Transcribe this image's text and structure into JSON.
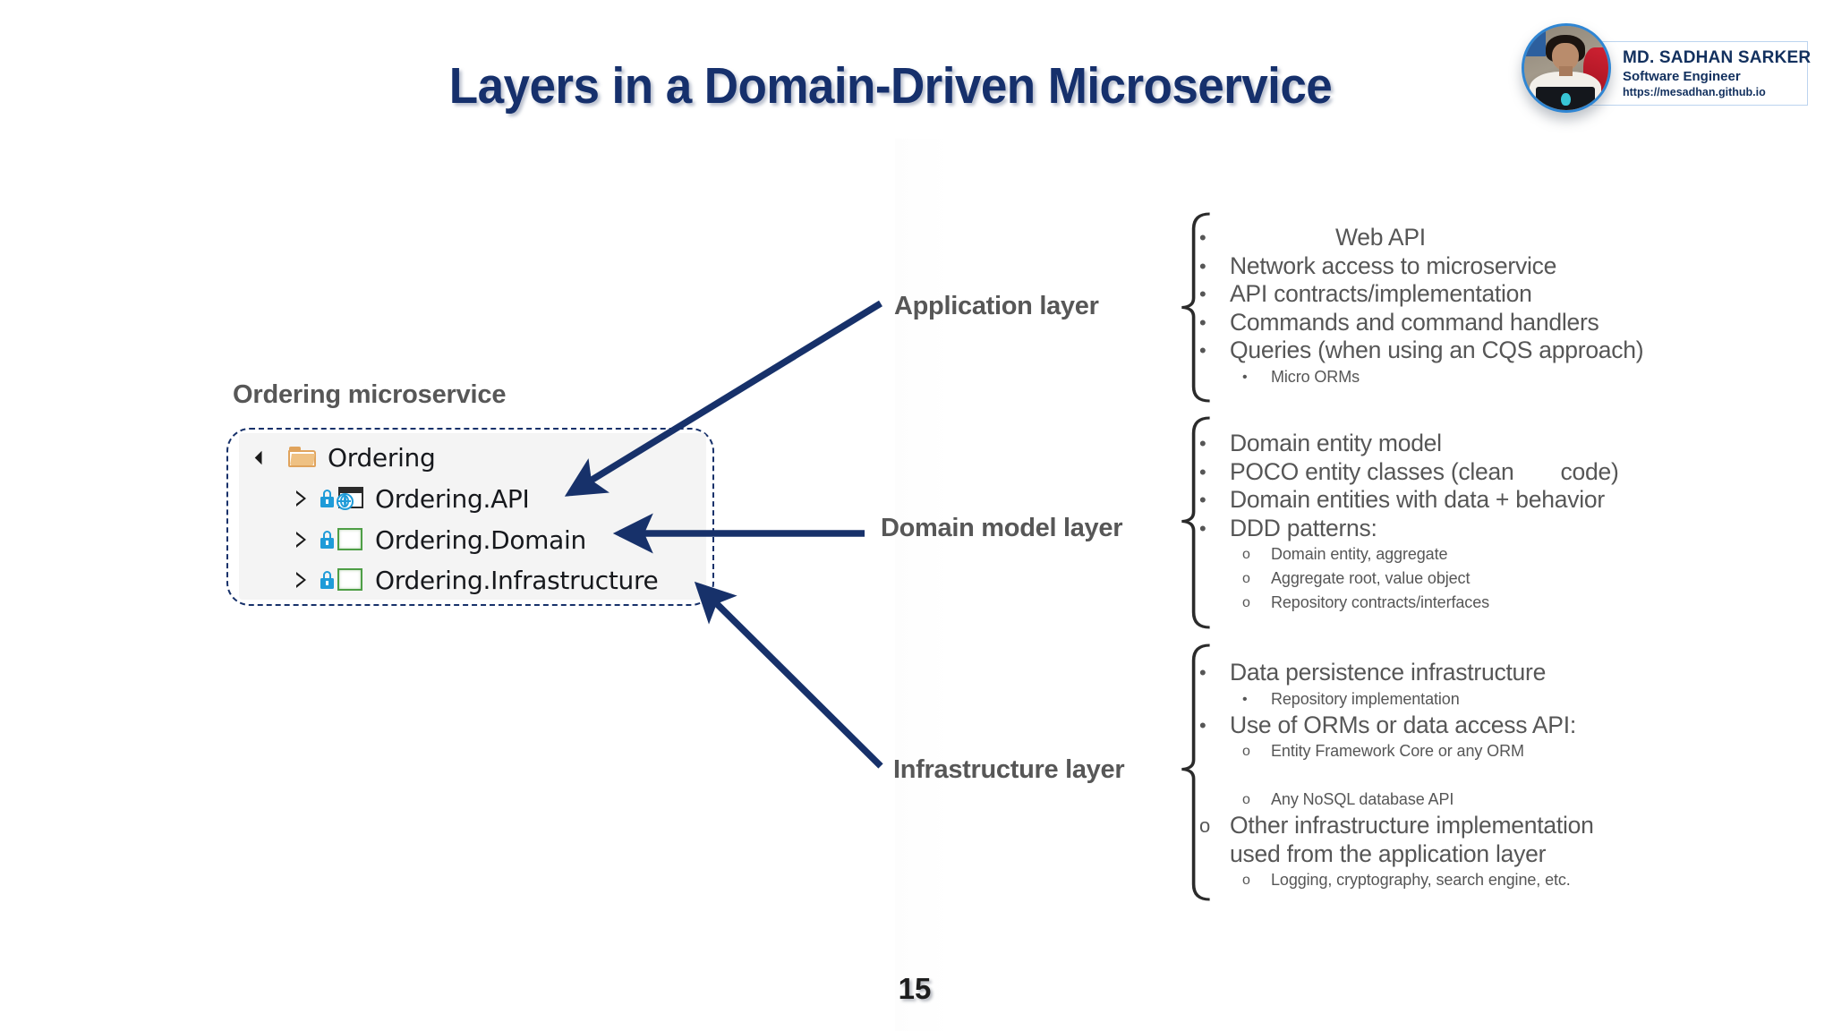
{
  "slide": {
    "title": "Layers in a Domain-Driven Microservice",
    "page_number": "15",
    "accent_navy": "#16306c",
    "label_gray": "#575757",
    "body_gray": "#565656",
    "lock_blue": "#1f9bd8",
    "lib_green": "#4e9e46",
    "folder_orange": "#e0a35c",
    "badge_border": "#bcd4ef",
    "avatar_ring": "#2f86d4"
  },
  "badge": {
    "name": "MD. SADHAN SARKER",
    "role": "Software Engineer",
    "url": "https://mesadhan.github.io",
    "avatar_icon": "presenter-photo"
  },
  "tree": {
    "caption": "Ordering microservice",
    "rows": [
      {
        "label": "Ordering",
        "expander": "expander-open-icon",
        "lock": false,
        "icon": "folder-icon"
      },
      {
        "label": "Ordering.API",
        "expander": "expander-closed-icon",
        "lock": true,
        "icon": "web-project-icon"
      },
      {
        "label": "Ordering.Domain",
        "expander": "expander-closed-icon",
        "lock": true,
        "icon": "class-library-icon"
      },
      {
        "label": "Ordering.Infrastructure",
        "expander": "expander-closed-icon",
        "lock": true,
        "icon": "class-library-icon"
      }
    ]
  },
  "layer_labels": {
    "application": "Application layer",
    "domain_model": "Domain model layer",
    "infrastructure": "Infrastructure layer"
  },
  "groups": {
    "application": {
      "brace_icon": "left-curly-brace-icon",
      "items": [
        {
          "level": 1,
          "marker": "•",
          "text": "Web API",
          "extra_indent": true
        },
        {
          "level": 1,
          "marker": "•",
          "text": "Network access to microservice"
        },
        {
          "level": 1,
          "marker": "•",
          "text": "API contracts/implementation"
        },
        {
          "level": 1,
          "marker": "•",
          "text": "Commands and command handlers"
        },
        {
          "level": 1,
          "marker": "•",
          "text": "Queries (when using an CQS approach)"
        },
        {
          "level": 2,
          "marker": "•",
          "text": "Micro ORMs"
        }
      ]
    },
    "domain_model": {
      "brace_icon": "left-curly-brace-icon",
      "items": [
        {
          "level": 1,
          "marker": "•",
          "text": "Domain entity model"
        },
        {
          "level": 1,
          "marker": "•",
          "text_a": "POCO entity classes (clean",
          "text_b": "code)"
        },
        {
          "level": 1,
          "marker": "•",
          "text": "Domain entities with data + behavior"
        },
        {
          "level": 1,
          "marker": "•",
          "text": "DDD patterns:"
        },
        {
          "level": 2,
          "marker": "o",
          "text": "Domain entity, aggregate"
        },
        {
          "level": 2,
          "marker": "o",
          "text": "Aggregate root, value object"
        },
        {
          "level": 2,
          "marker": "o",
          "text": "Repository contracts/interfaces"
        }
      ]
    },
    "infrastructure": {
      "brace_icon": "left-curly-brace-icon",
      "items": [
        {
          "level": 1,
          "marker": "•",
          "text": "Data persistence infrastructure"
        },
        {
          "level": 2,
          "marker": "•",
          "text": "Repository implementation"
        },
        {
          "level": 1,
          "marker": "•",
          "text": "Use of ORMs or data access API:"
        },
        {
          "level": 2,
          "marker": "o",
          "text": "Entity Framework Core or any ORM"
        },
        {
          "level": 2,
          "marker": "",
          "text": ""
        },
        {
          "level": 2,
          "marker": "o",
          "text": "Any NoSQL database API"
        },
        {
          "level": 1,
          "marker": "o",
          "text_l1": "Other infrastructure implementation",
          "text_l2": "used from the application layer"
        },
        {
          "level": 2,
          "marker": "o",
          "text": "Logging, cryptography, search engine, etc."
        }
      ]
    }
  }
}
